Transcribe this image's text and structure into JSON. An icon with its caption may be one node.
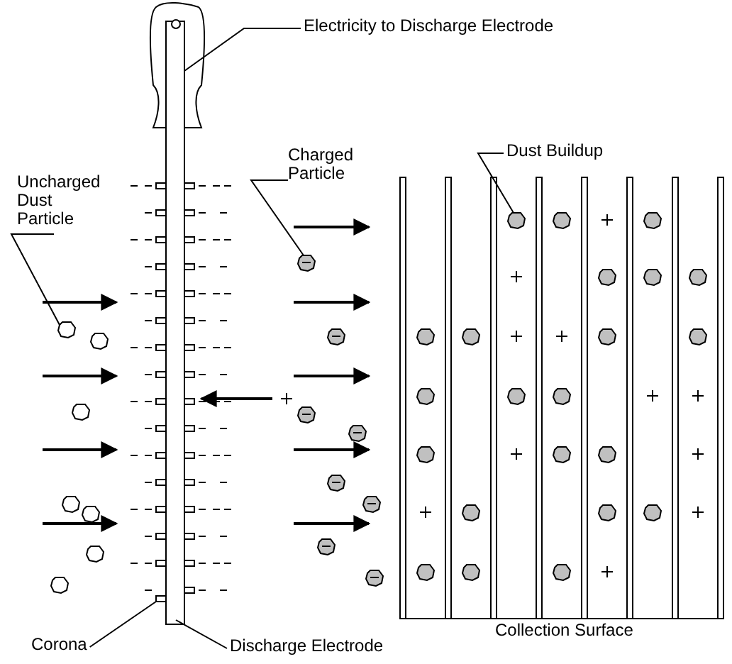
{
  "diagram": {
    "nodes": [
      {
        "text": [
          "Electricity to Discharge Electrode"
        ]
      },
      {
        "text": [],
        "shape": "bar"
      },
      {
        "text": [
          "Uncharged Dust Particle"
        ]
      },
      {
        "text": [],
        "shape": "circle"
      },
      {
        "text": [
          "Charged Particle"
        ]
      },
      {
        "text": [],
        "shape": "circle"
      },
      {
        "text": [
          "Dust Buildup"
        ]
      },
      {
        "text": [],
        "shape": "circle"
      },
      {
        "text": [
          "Corona"
        ]
      },
      {
        "text": [],
        "shape": "box"
      },
      {
        "text": [
          "Discharge Electrode"
        ]
      }
    ],
    "edges": [
      {
        "from": 0,
        "to": 1,
        "arrow": "none"
      },
      {
        "from": 2,
        "to": 3,
        "arrow": "none"
      },
      {
        "from": 4,
        "to": 5,
        "arrow": "none"
      },
      {
        "from": 6,
        "to": 7,
        "arrow": "none"
      },
      {
        "from": 8,
        "to": 9,
        "arrow": "none"
      },
      {
        "from": 10,
        "to": 1,
        "arrow": "none"
      }
    ],
    "labels": [
      "Collection Surface"
    ]
  }
}
